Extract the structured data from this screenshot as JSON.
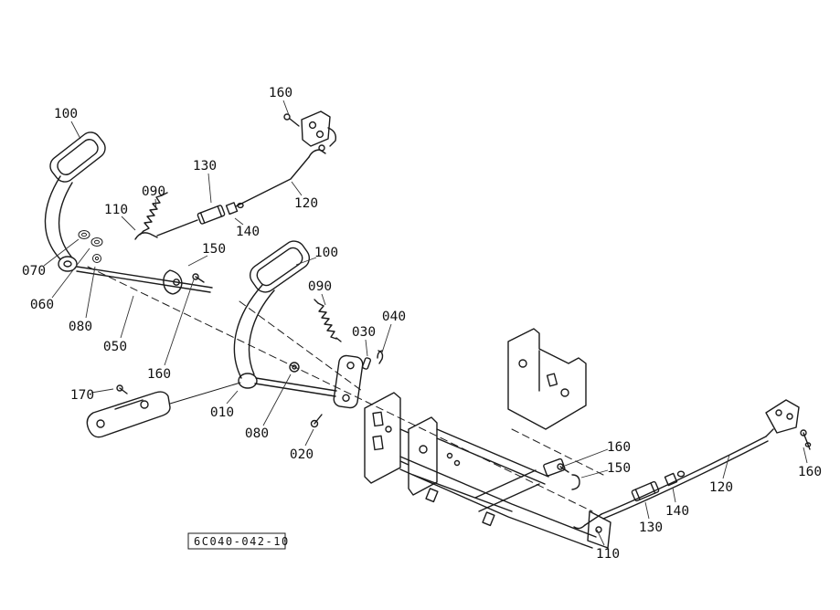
{
  "diagram": {
    "code": "6C040-042-10",
    "background_color": "#ffffff",
    "line_color": "#1b1b1b"
  },
  "callouts": [
    {
      "label": "100"
    },
    {
      "label": "160"
    },
    {
      "label": "130"
    },
    {
      "label": "090"
    },
    {
      "label": "110"
    },
    {
      "label": "120"
    },
    {
      "label": "140"
    },
    {
      "label": "150"
    },
    {
      "label": "070"
    },
    {
      "label": "100"
    },
    {
      "label": "060"
    },
    {
      "label": "090"
    },
    {
      "label": "080"
    },
    {
      "label": "050"
    },
    {
      "label": "040"
    },
    {
      "label": "030"
    },
    {
      "label": "160"
    },
    {
      "label": "170"
    },
    {
      "label": "010"
    },
    {
      "label": "080"
    },
    {
      "label": "020"
    },
    {
      "label": "160"
    },
    {
      "label": "150"
    },
    {
      "label": "120"
    },
    {
      "label": "140"
    },
    {
      "label": "130"
    },
    {
      "label": "160"
    },
    {
      "label": "110"
    }
  ]
}
